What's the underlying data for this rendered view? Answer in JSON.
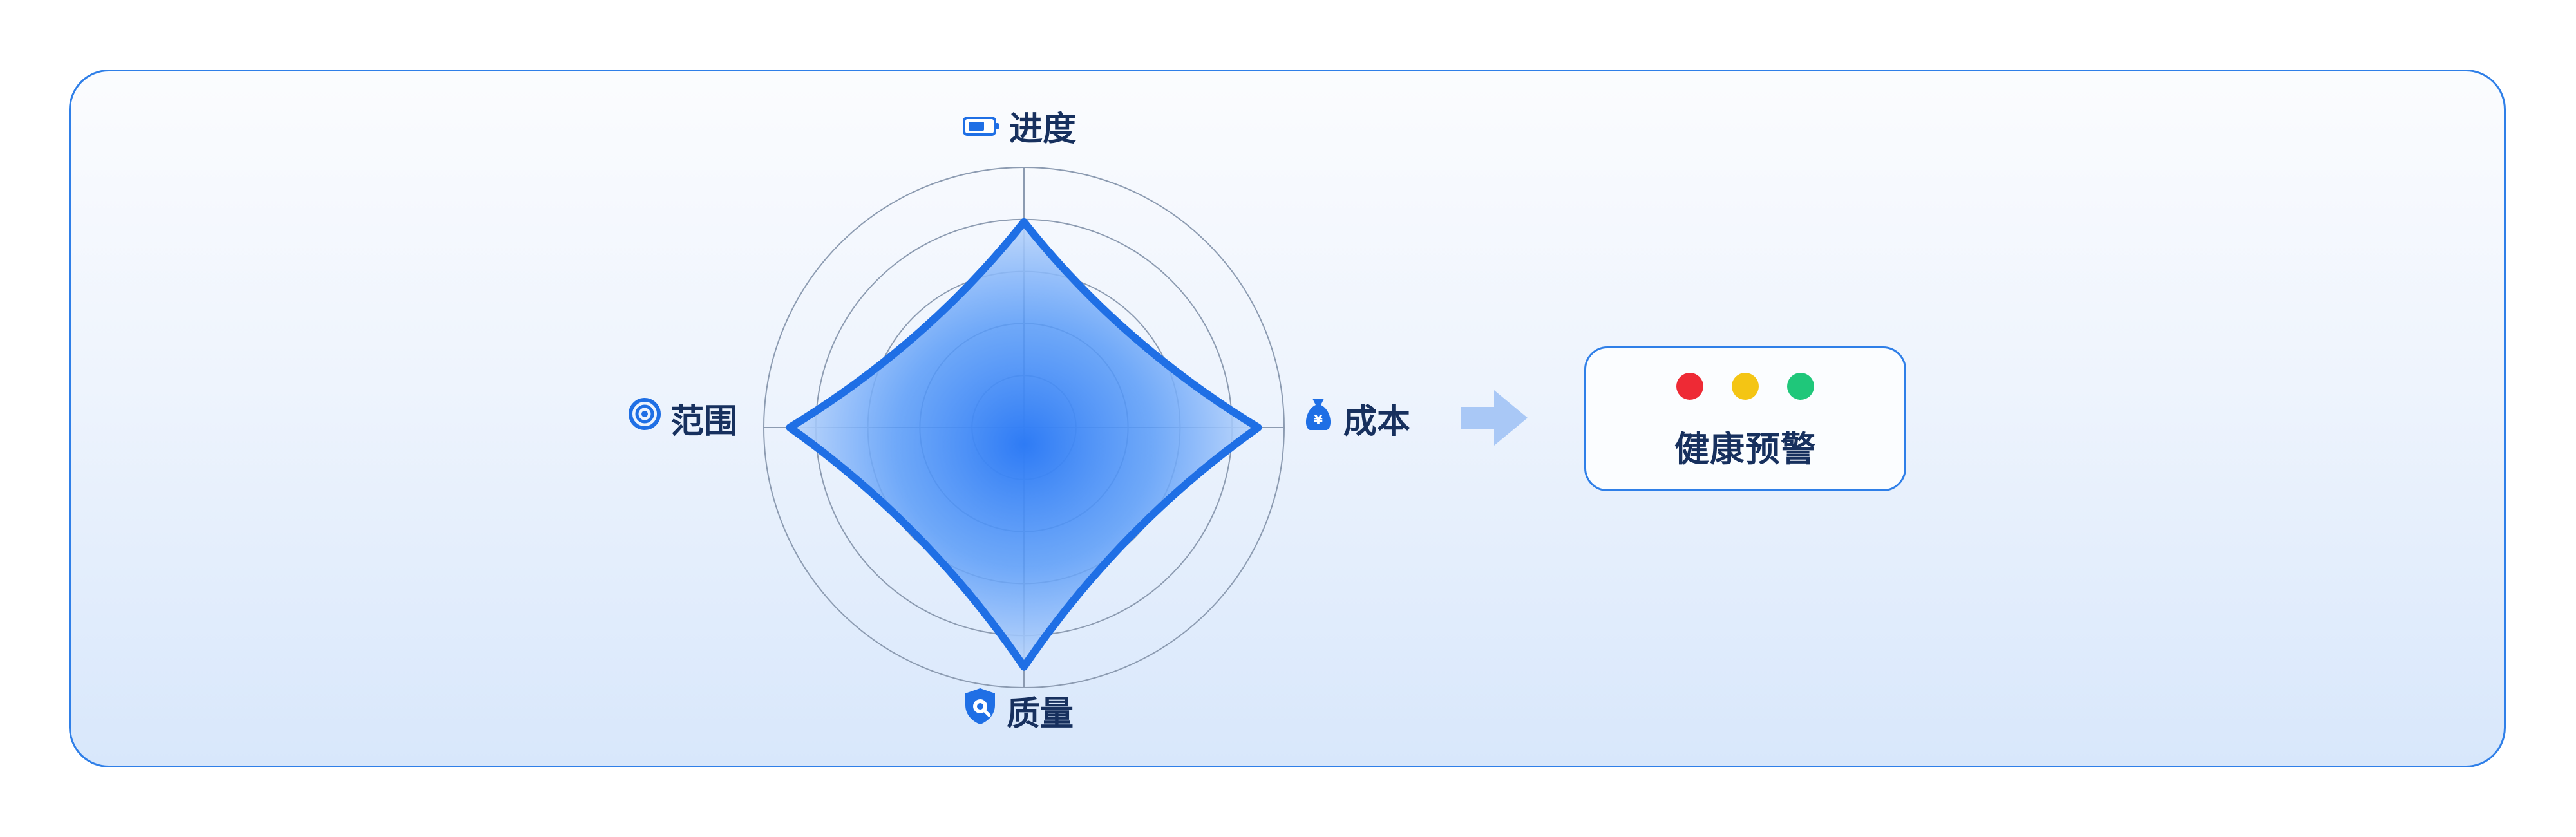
{
  "radar": {
    "axes": [
      {
        "key": "top",
        "label": "进度",
        "icon": "battery-icon"
      },
      {
        "key": "right",
        "label": "成本",
        "icon": "money-bag-yen-icon"
      },
      {
        "key": "bottom",
        "label": "质量",
        "icon": "shield-check-icon"
      },
      {
        "key": "left",
        "label": "范围",
        "icon": "target-icon"
      }
    ],
    "values": {
      "top": 0.79,
      "right": 0.9,
      "bottom": 0.92,
      "left": 0.9
    },
    "rings": 5,
    "colors": {
      "stroke": "#1f6fe5",
      "fill_center": "#2e7bf5",
      "fill_edge": "#bcd6fb",
      "grid": "#8c9bb1"
    }
  },
  "health": {
    "label": "健康预警",
    "lights": [
      {
        "name": "red",
        "color": "#ee2a35"
      },
      {
        "name": "yellow",
        "color": "#f4c514"
      },
      {
        "name": "green",
        "color": "#1fc77a"
      }
    ]
  },
  "colors": {
    "accent": "#2f7fe8",
    "text": "#17305e",
    "arrow": "#a9c8f6"
  }
}
